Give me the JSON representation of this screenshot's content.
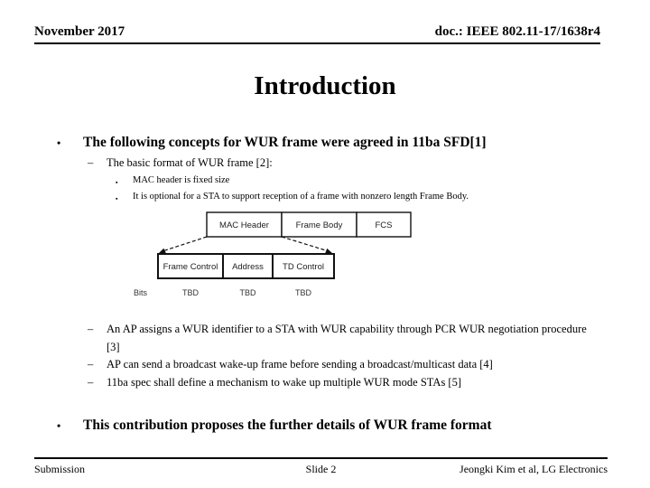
{
  "header": {
    "date": "November 2017",
    "doc": "doc.: IEEE 802.11-17/1638r4"
  },
  "title": "Introduction",
  "glyphs": {
    "l1_bullet": "•",
    "l2_bullet": "–",
    "l3_bullet": "▪"
  },
  "content": {
    "bullet1": "The following concepts for WUR frame were agreed in 11ba SFD[1]",
    "sub1": "The basic format of WUR frame [2]:",
    "sub1_items": [
      "MAC header is fixed size",
      "It is optional for a STA to support reception of a frame with nonzero length Frame Body."
    ],
    "post_items": [
      "An AP assigns a WUR identifier to a STA with WUR capability through PCR WUR negotiation procedure [3]",
      "AP can send a broadcast wake-up frame before sending a broadcast/multicast data [4]",
      "11ba spec shall define a mechanism to wake up multiple WUR mode STAs [5]"
    ],
    "bullet2": "This contribution proposes the further details of WUR frame format"
  },
  "diagram": {
    "top_row": [
      "MAC Header",
      "Frame Body",
      "FCS"
    ],
    "bottom_row": [
      "Frame Control",
      "Address",
      "TD Control"
    ],
    "bits_label": "Bits",
    "bit_values": [
      "TBD",
      "TBD",
      "TBD"
    ]
  },
  "footer": {
    "left": "Submission",
    "center": "Slide 2",
    "right": "Jeongki Kim et al, LG Electronics"
  }
}
